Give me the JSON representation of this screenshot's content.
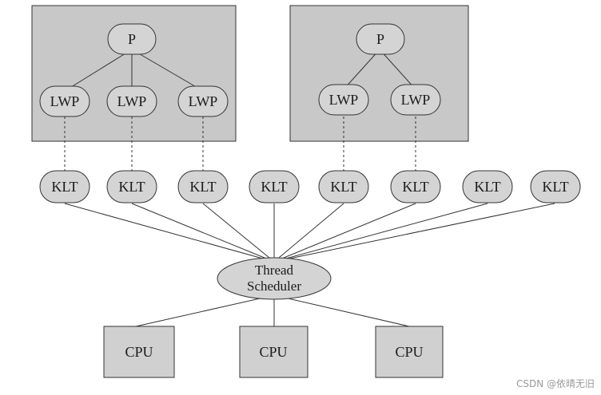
{
  "processes": [
    {
      "label": "P",
      "lwps": [
        "LWP",
        "LWP",
        "LWP"
      ]
    },
    {
      "label": "P",
      "lwps": [
        "LWP",
        "LWP"
      ]
    }
  ],
  "klts": [
    "KLT",
    "KLT",
    "KLT",
    "KLT",
    "KLT",
    "KLT",
    "KLT",
    "KLT"
  ],
  "scheduler": {
    "line1": "Thread",
    "line2": "Scheduler"
  },
  "cpus": [
    "CPU",
    "CPU",
    "CPU"
  ],
  "watermark": "CSDN @依晴无旧",
  "colors": {
    "process_box_fill": "#c8c8c8",
    "node_fill": "#d4d4d4",
    "stroke": "#333333",
    "cpu_fill": "#d0d0d0"
  }
}
